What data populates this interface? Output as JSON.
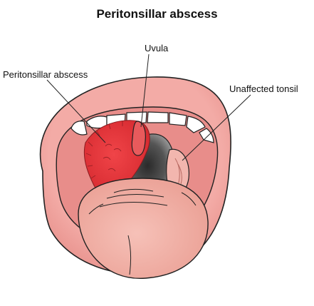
{
  "title": "Peritonsillar abscess",
  "labels": {
    "uvula": "Uvula",
    "abscess": "Peritonsillar abscess",
    "tonsil": "Unaffected tonsil"
  },
  "colors": {
    "lip": "#f0a19e",
    "mouth_inner": "#e98a87",
    "throat_dark": "#1d1d1d",
    "abscess_red": "#e8383c",
    "tongue": "#f3b1a8",
    "teeth": "#ffffff",
    "outline": "#222222"
  }
}
